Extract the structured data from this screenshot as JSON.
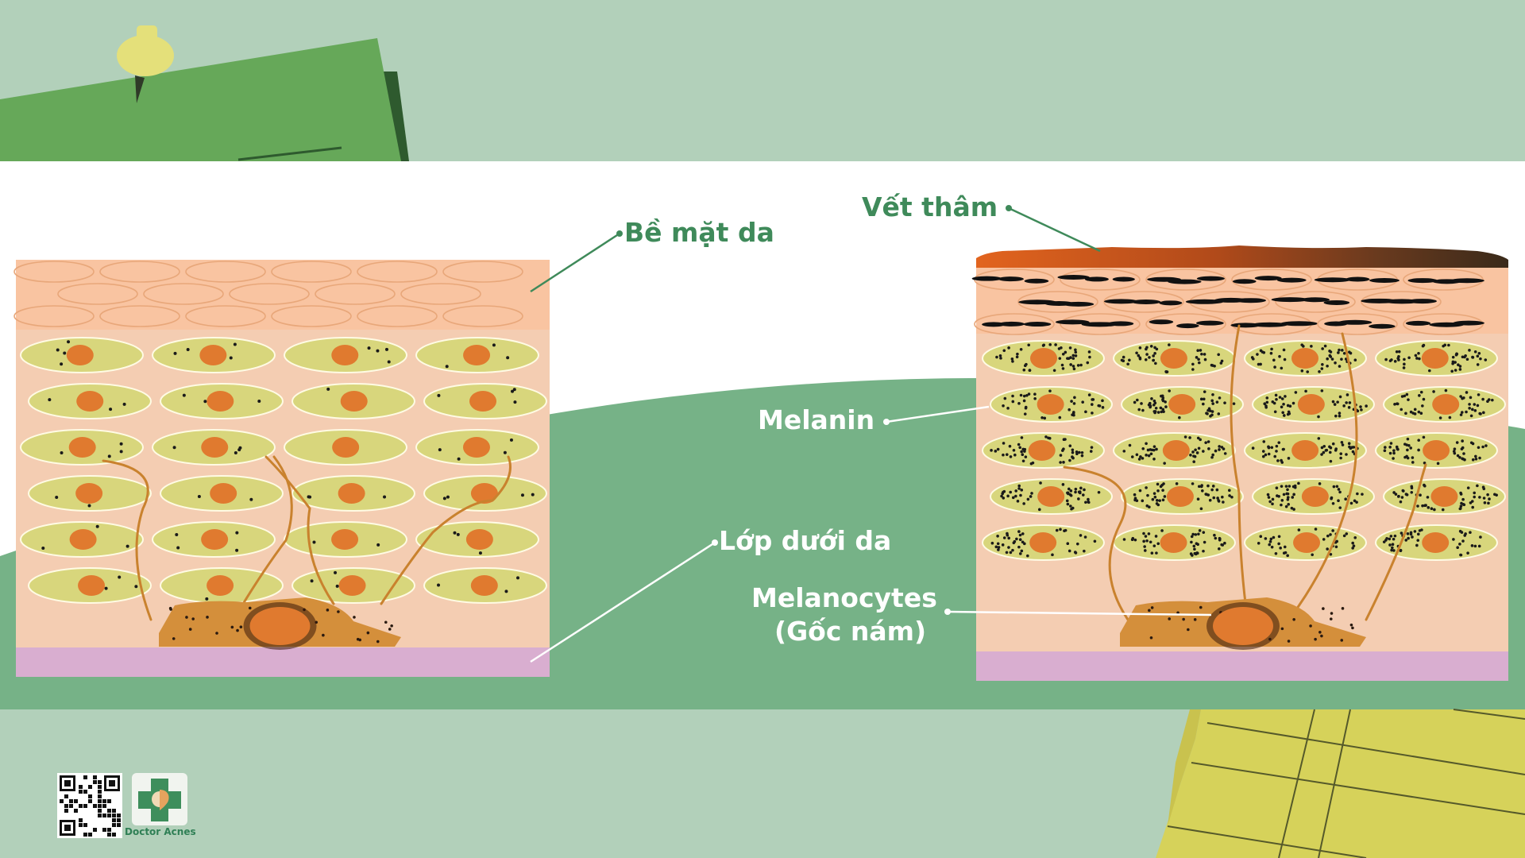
{
  "labels": {
    "skin_surface": "Bề mặt da",
    "dark_spot": "Vết thâm",
    "melanin": "Melanin",
    "subcutaneous_layer": "Lớp dưới da",
    "melanocytes_line1": "Melanocytes",
    "melanocytes_line2": "(Gốc nám)"
  },
  "brand": {
    "name": "Doctor Acnes"
  },
  "colors": {
    "background_light": "#b2d0ba",
    "band_white": "#ffffff",
    "hill_green": "#76b287",
    "label_green": "#3f8a5a",
    "skin_top": "#f9c4a1",
    "skin_mid": "#f4cdb2",
    "cell_yellow": "#d8d67c",
    "nucleus": "#e07a2f",
    "subcutaneous": "#d9aed0",
    "melanocyte": "#d48f3b",
    "dark_spot": "#b14a1a"
  }
}
